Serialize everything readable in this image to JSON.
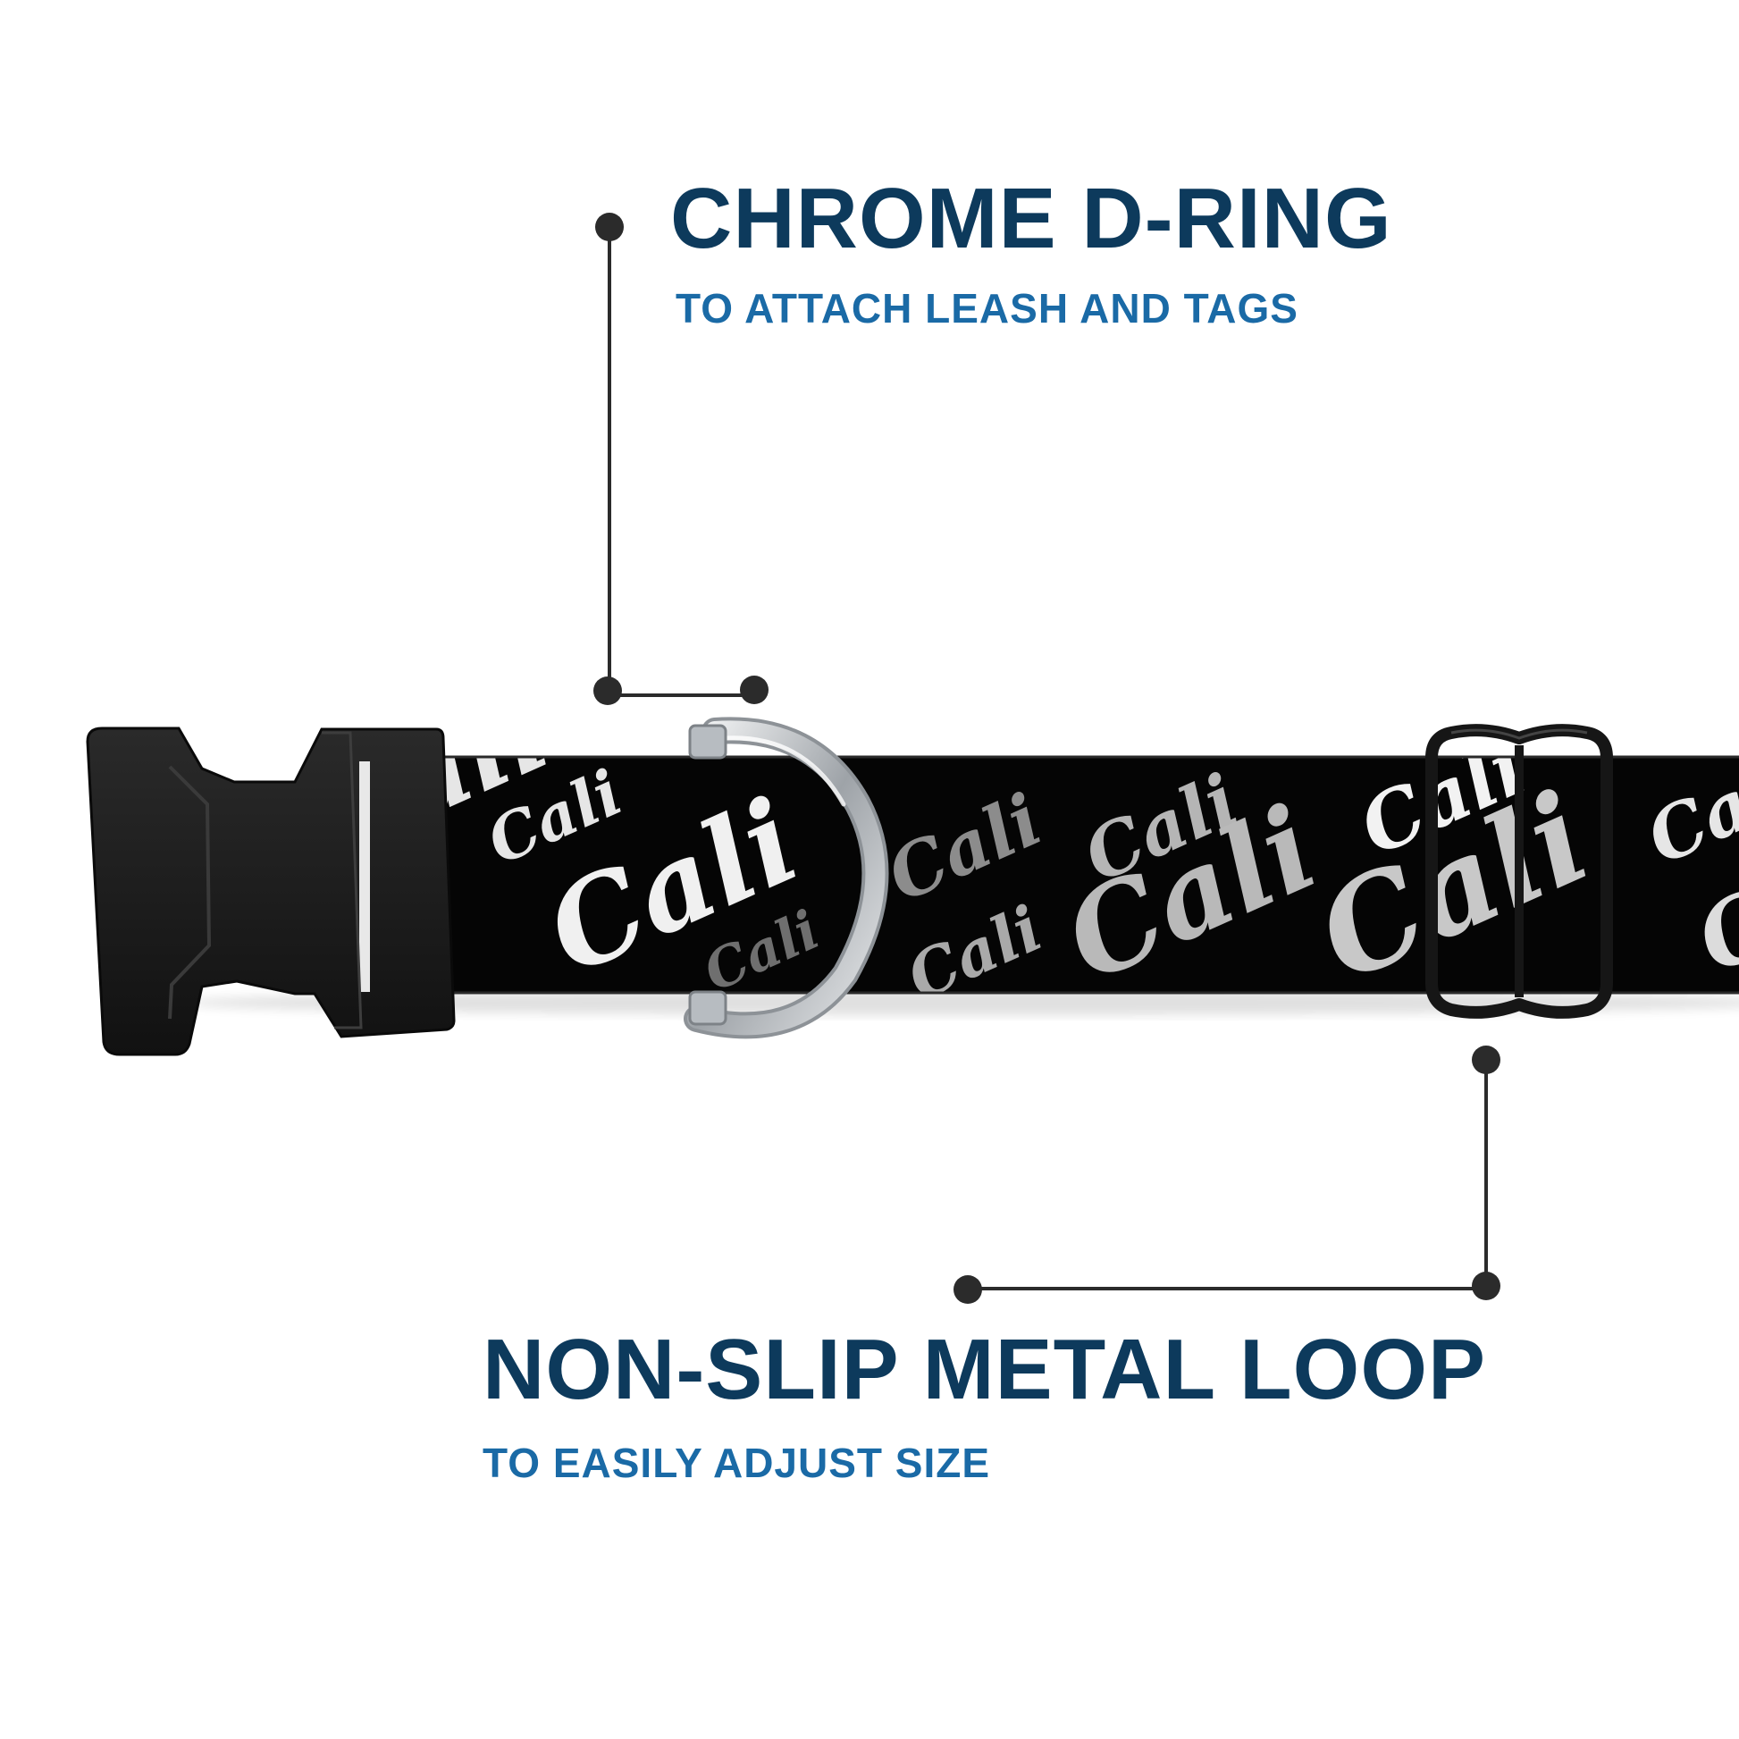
{
  "features": [
    {
      "id": "d-ring",
      "title": "CHROME D-RING",
      "subtitle": "TO ATTACH LEASH AND TAGS"
    },
    {
      "id": "metal-loop",
      "title": "NON-SLIP METAL LOOP",
      "subtitle": "TO EASILY ADJUST SIZE"
    }
  ],
  "collar": {
    "pattern_text": "Cali",
    "strap_color": "#050505",
    "pattern_color_light": "#e6e6e6",
    "pattern_color_mid": "#a9a9a9",
    "pattern_color_dark": "#6f6f6f",
    "buckle_color": "#1c1c1c",
    "ring_color": "#bfc3c7"
  },
  "colors": {
    "title": "#0d3a5c",
    "subtitle": "#1a6aa6",
    "callout_line": "#2b2b2b"
  }
}
